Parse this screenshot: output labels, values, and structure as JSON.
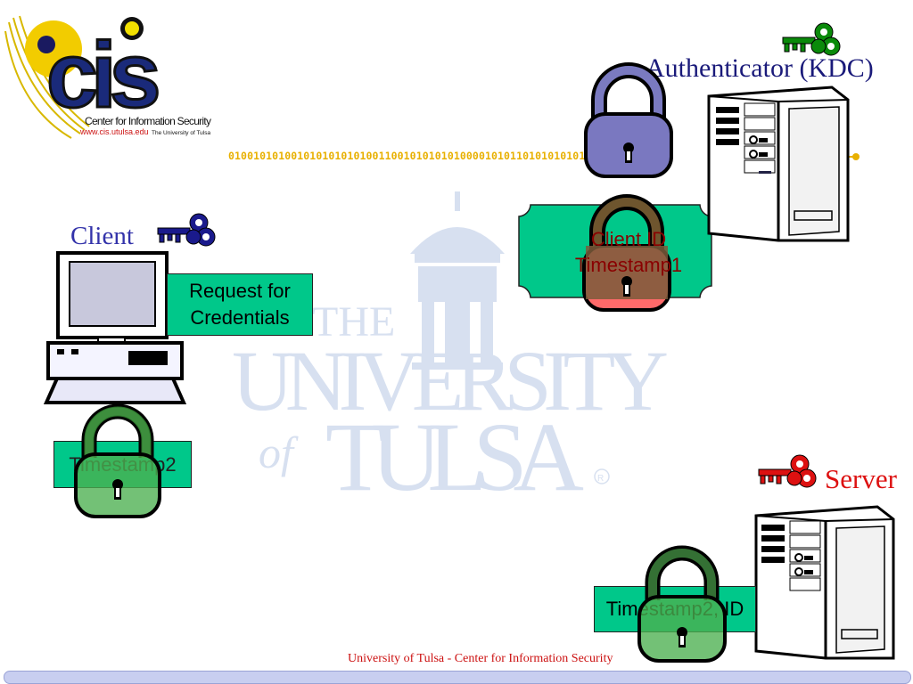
{
  "logo": {
    "letters": "cis",
    "subtitle": "Center for Information Security",
    "url": "www.cis.utulsa.edu",
    "university_short": "The University of Tulsa"
  },
  "watermark": {
    "line1": "THE",
    "line2": "UNIVERSITY",
    "line3_of": "of",
    "line3": "TULSA",
    "mark": "R"
  },
  "labels": {
    "client": "Client",
    "authenticator": "Authenticator (KDC)",
    "server": "Server"
  },
  "binary_stream": "010010101001010101010100110010101010100001010110101010101",
  "boxes": {
    "request_for_credentials": [
      "Request for",
      "Credentials"
    ],
    "timestamp2": "Timestamp2",
    "timestamp2_id": "Timestamp2, ID"
  },
  "ticket": {
    "line1": "Client ID",
    "line2": "Timestamp1"
  },
  "footer": {
    "text": "University of Tulsa - Center for Information Security"
  },
  "colors": {
    "client_key": "#1a1a8c",
    "kdc_key": "#0a8a0a",
    "server_key": "#dd1111",
    "box_green": "#00c88a",
    "binary": "#e8b000"
  },
  "icons": {
    "client_key": "key-icon",
    "kdc_key": "key-icon",
    "server_key": "key-icon",
    "lock": "padlock-icon",
    "computer": "desktop-computer-icon",
    "server": "server-tower-icon"
  }
}
